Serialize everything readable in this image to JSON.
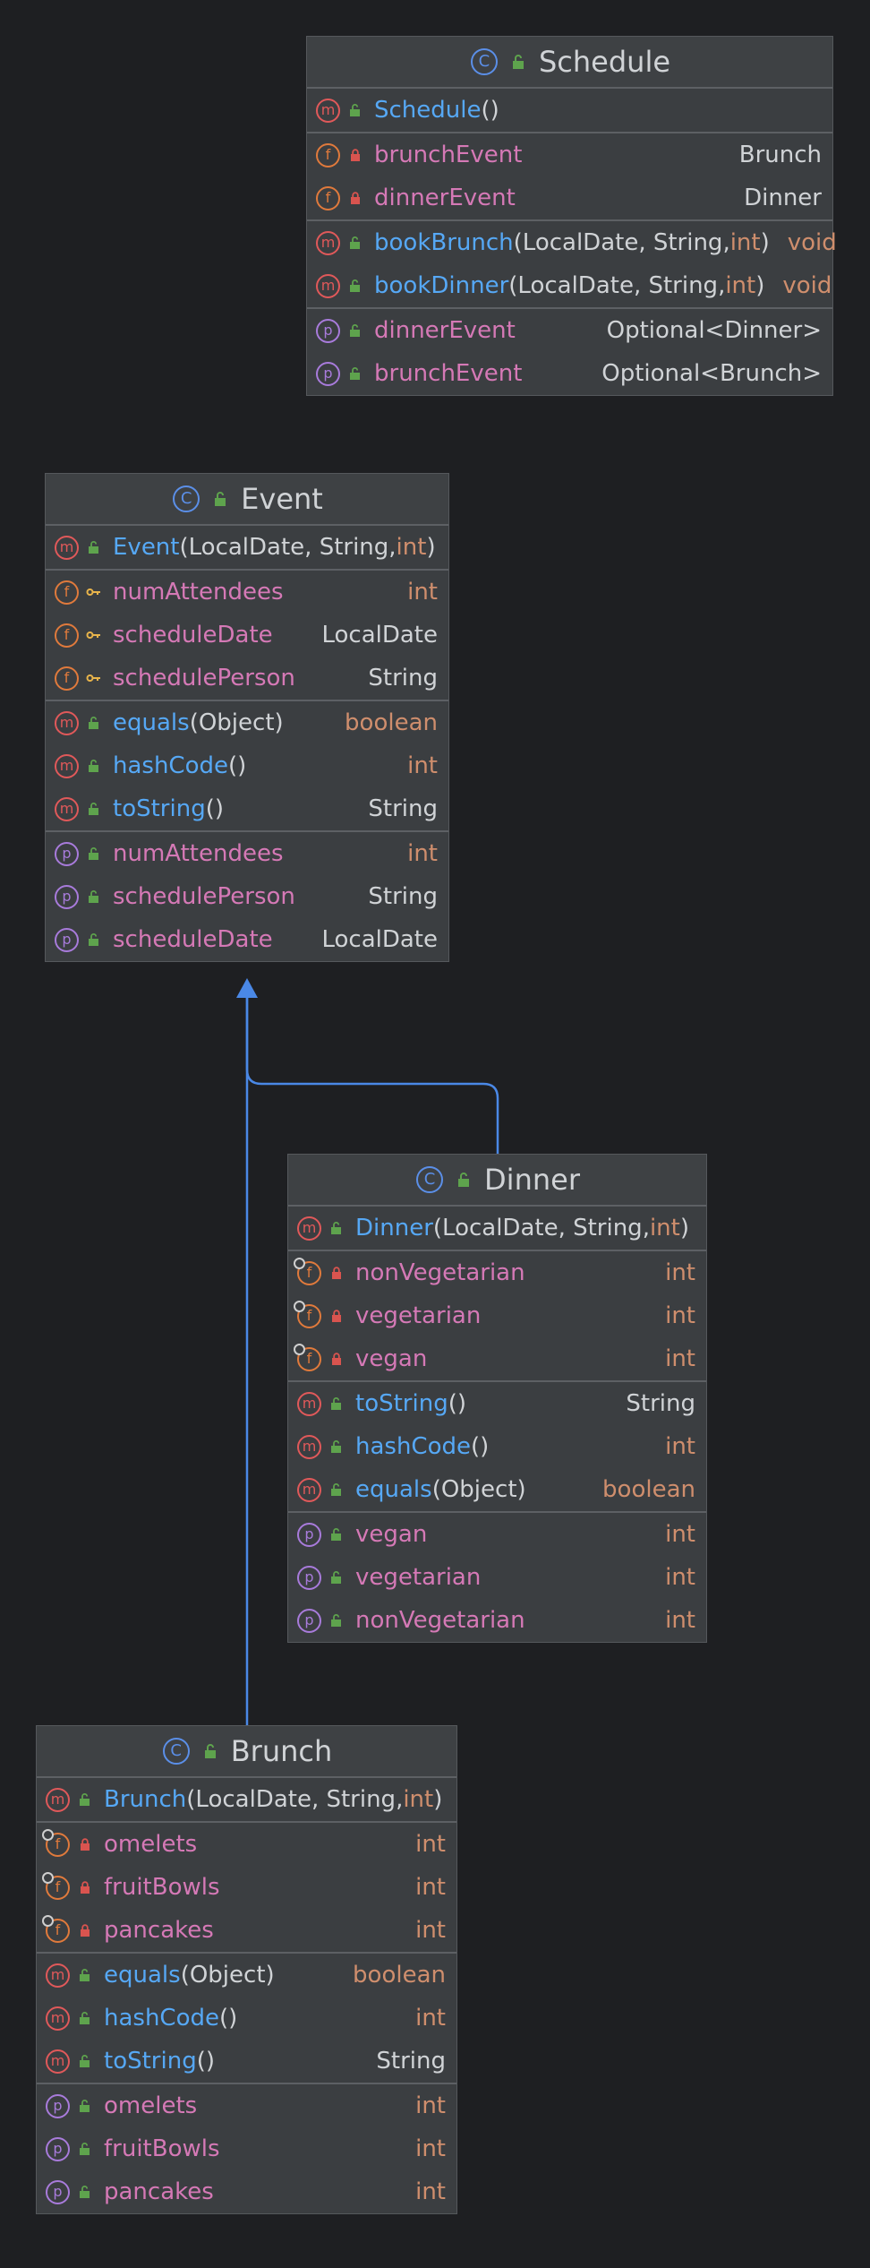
{
  "classes": {
    "schedule": {
      "name": "Schedule",
      "constructor": {
        "name": "Schedule",
        "args": "()"
      },
      "fields": [
        {
          "name": "brunchEvent",
          "type": "Brunch"
        },
        {
          "name": "dinnerEvent",
          "type": "Dinner"
        }
      ],
      "methods": [
        {
          "name": "bookBrunch",
          "args_pre": "(LocalDate, String, ",
          "args_kw": "int",
          "args_post": ")",
          "type": "void"
        },
        {
          "name": "bookDinner",
          "args_pre": "(LocalDate, String, ",
          "args_kw": "int",
          "args_post": ")",
          "type": "void"
        }
      ],
      "properties": [
        {
          "name": "dinnerEvent",
          "type": "Optional<Dinner>"
        },
        {
          "name": "brunchEvent",
          "type": "Optional<Brunch>"
        }
      ]
    },
    "event": {
      "name": "Event",
      "constructor": {
        "name": "Event",
        "args_pre": "(LocalDate, String, ",
        "args_kw": "int",
        "args_post": ")"
      },
      "fields": [
        {
          "name": "numAttendees",
          "type": "int"
        },
        {
          "name": "scheduleDate",
          "type": "LocalDate"
        },
        {
          "name": "schedulePerson",
          "type": "String"
        }
      ],
      "methods": [
        {
          "name": "equals",
          "args": "(Object)",
          "type": "boolean"
        },
        {
          "name": "hashCode",
          "args": "()",
          "type": "int"
        },
        {
          "name": "toString",
          "args": "()",
          "type": "String"
        }
      ],
      "properties": [
        {
          "name": "numAttendees",
          "type": "int"
        },
        {
          "name": "schedulePerson",
          "type": "String"
        },
        {
          "name": "scheduleDate",
          "type": "LocalDate"
        }
      ]
    },
    "dinner": {
      "name": "Dinner",
      "constructor": {
        "name": "Dinner",
        "args_pre": "(LocalDate, String, ",
        "args_kw": "int",
        "args_post": ")"
      },
      "fields": [
        {
          "name": "nonVegetarian",
          "type": "int"
        },
        {
          "name": "vegetarian",
          "type": "int"
        },
        {
          "name": "vegan",
          "type": "int"
        }
      ],
      "methods": [
        {
          "name": "toString",
          "args": "()",
          "type": "String"
        },
        {
          "name": "hashCode",
          "args": "()",
          "type": "int"
        },
        {
          "name": "equals",
          "args": "(Object)",
          "type": "boolean"
        }
      ],
      "properties": [
        {
          "name": "vegan",
          "type": "int"
        },
        {
          "name": "vegetarian",
          "type": "int"
        },
        {
          "name": "nonVegetarian",
          "type": "int"
        }
      ]
    },
    "brunch": {
      "name": "Brunch",
      "constructor": {
        "name": "Brunch",
        "args_pre": "(LocalDate, String, ",
        "args_kw": "int",
        "args_post": ")"
      },
      "fields": [
        {
          "name": "omelets",
          "type": "int"
        },
        {
          "name": "fruitBowls",
          "type": "int"
        },
        {
          "name": "pancakes",
          "type": "int"
        }
      ],
      "methods": [
        {
          "name": "equals",
          "args": "(Object)",
          "type": "boolean"
        },
        {
          "name": "hashCode",
          "args": "()",
          "type": "int"
        },
        {
          "name": "toString",
          "args": "()",
          "type": "String"
        }
      ],
      "properties": [
        {
          "name": "omelets",
          "type": "int"
        },
        {
          "name": "fruitBowls",
          "type": "int"
        },
        {
          "name": "pancakes",
          "type": "int"
        }
      ]
    }
  },
  "icons": {
    "class": "c-class-icon",
    "method": "m-method-icon",
    "field": "f-field-icon",
    "property": "p-property-icon",
    "final_field": "final-field-icon",
    "public": "open-lock-icon",
    "private": "closed-lock-icon",
    "package": "key-icon"
  },
  "colors": {
    "background": "#1e1f22",
    "method_name": "#56a8f5",
    "field_name": "#d579b6",
    "keyword": "#cf8e6d",
    "inheritance_arrow": "#4a88e6"
  }
}
